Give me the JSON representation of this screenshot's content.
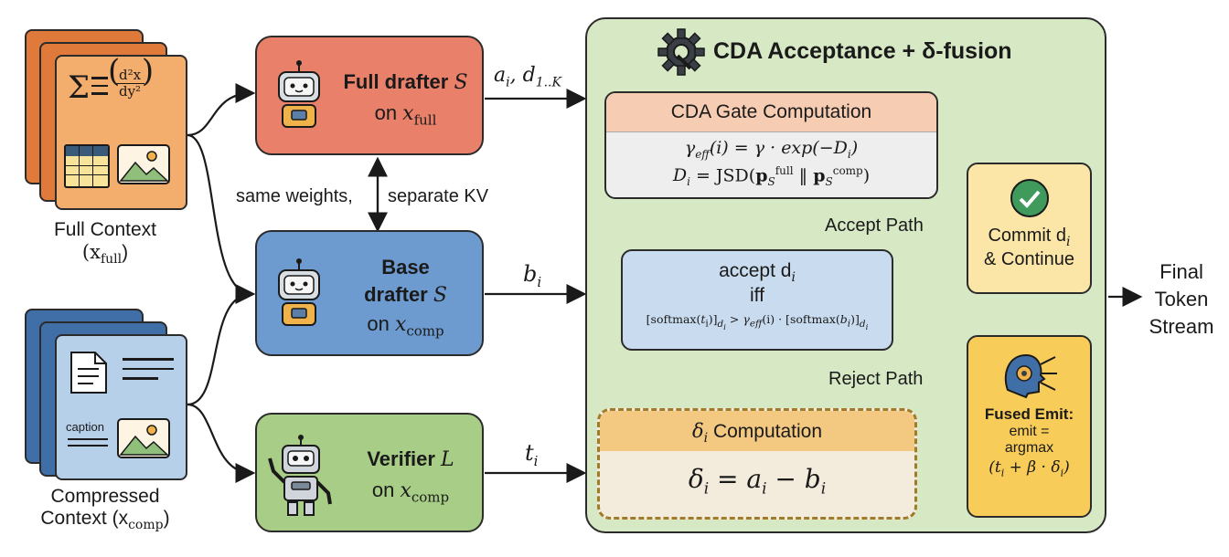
{
  "inputs": {
    "full_title": "Full Context",
    "full_sub": "(x",
    "full_sub_idx": "full",
    "full_sub_close": ")",
    "comp_title": "Compressed",
    "comp_title2": "Context (x",
    "comp_sub_idx": "comp",
    "comp_sub_close": ")",
    "formula_frac": "d²x",
    "formula_den": "dy²",
    "caption": "caption"
  },
  "drafters": {
    "full": {
      "name": "Full drafter ",
      "sym": "S",
      "on": "on ",
      "x": "x",
      "idx": "full"
    },
    "base": {
      "name1": "Base",
      "name2": "drafter ",
      "sym": "S",
      "on": "on ",
      "x": "x",
      "idx": "comp"
    },
    "verifier": {
      "name": "Verifier ",
      "sym": "L",
      "on": "on ",
      "x": "x",
      "idx": "comp"
    },
    "shared_left": "same weights,",
    "shared_right": "separate KV"
  },
  "edges": {
    "a": "a",
    "a_idx": "i",
    "d": ", d",
    "d_idx": "1..K",
    "b": "b",
    "b_idx": "i",
    "t": "t",
    "t_idx": "i"
  },
  "panel": {
    "title": "CDA Acceptance + δ-fusion",
    "gate_title": "CDA Gate Computation",
    "gate_eq1": "γ_eff(i) = γ · exp(−D_i)",
    "gate_eq2": "D_i = JSD(p_S^full ‖ p_S^comp)",
    "accept_l1": "accept d",
    "accept_l1_idx": "i",
    "accept_l2": "iff",
    "accept_l3": "[softmax(t_i)]_{d_i} > γ_eff(i) · [softmax(b_i)]_{d_i}",
    "accept_path": "Accept Path",
    "reject_path": "Reject Path",
    "commit_l1": "Commit d",
    "commit_idx": "i",
    "commit_l2": "& Continue",
    "delta_title": "δ",
    "delta_title_idx": "i",
    "delta_title_rest": " Computation",
    "delta_eq": "δ_i = a_i − b_i",
    "fused_title": "Fused Emit:",
    "fused_l2": "emit =",
    "fused_l3": "argmax",
    "fused_l4": "(t_i + β · δ_i)"
  },
  "output": {
    "l1": "Final",
    "l2": "Token",
    "l3": "Stream"
  },
  "colors": {
    "full_drafter": "#e9806a",
    "base_drafter": "#6e9bcf",
    "verifier": "#a8cd86",
    "panel": "#d7e8c4",
    "commit": "#fbe6a8",
    "fused": "#f8cc58",
    "delta": "#f3d3a0"
  }
}
